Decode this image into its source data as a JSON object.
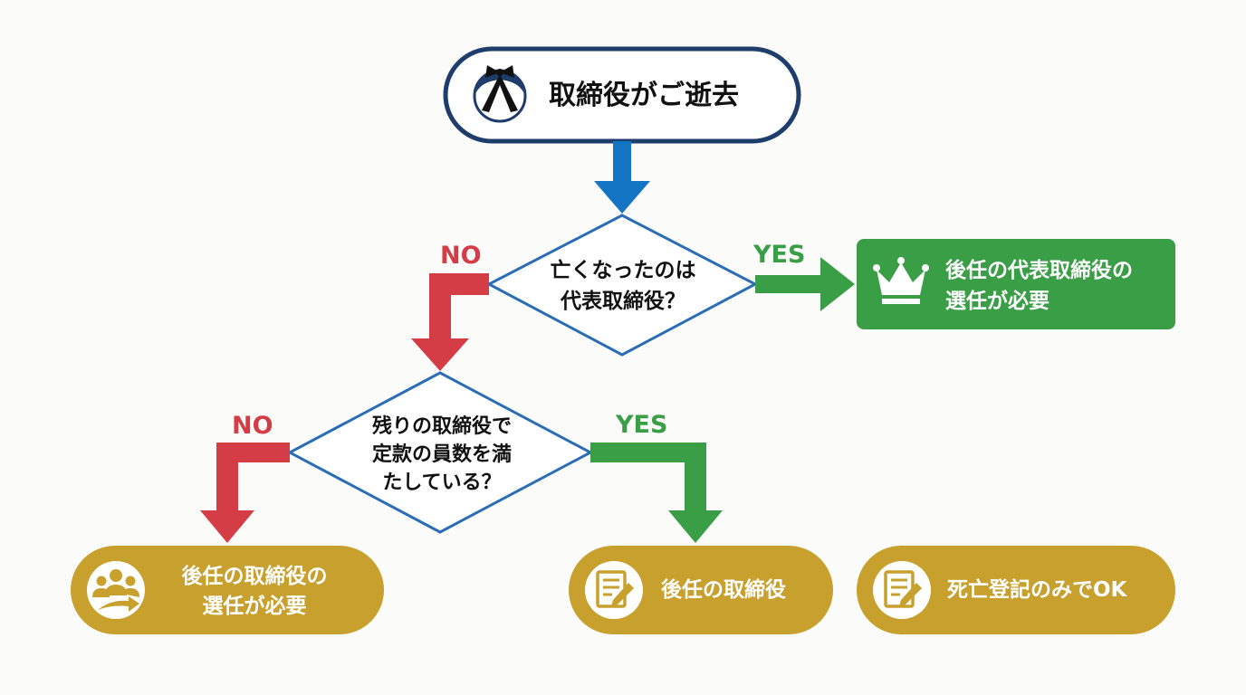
{
  "colors": {
    "navy": "#1e3d6b",
    "blue_arrow": "#1475c4",
    "red_no": "#d43d45",
    "green_yes": "#3a9e47",
    "gold": "#c8a02e",
    "diamond_border": "#2a6db4"
  },
  "start": {
    "label": "取締役がご逝去",
    "icon": "mourning-ribbon-person-icon"
  },
  "decision1": {
    "line1": "亡くなったのは",
    "line2": "代表取締役？",
    "no_label": "NO",
    "yes_label": "YES"
  },
  "decision2": {
    "line1": "残りの取締役で",
    "line2": "定款の員数を満",
    "line3": "たしている？",
    "no_label": "NO",
    "yes_label": "YES"
  },
  "outcomes": {
    "rep_director": {
      "line1": "後任の代表取締役の",
      "line2": "選任が必要",
      "icon": "crown-icon"
    },
    "successor_required": {
      "line1": "後任の取締役の",
      "line2": "選任が必要",
      "icon": "people-transfer-icon"
    },
    "successor_director": {
      "line1": "後任の取締役",
      "icon": "document-pencil-icon"
    },
    "death_registration": {
      "line1": "死亡登記のみでOK",
      "icon": "document-pencil-icon"
    }
  }
}
